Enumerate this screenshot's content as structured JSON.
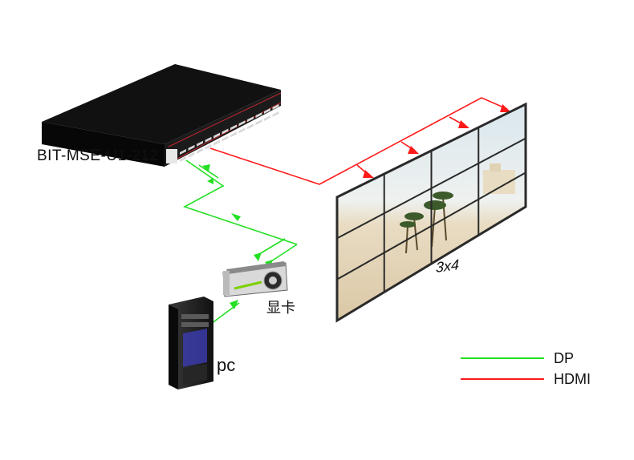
{
  "device": {
    "label": "BIT-MSE-U1-212"
  },
  "gpu": {
    "label": "显卡"
  },
  "pc": {
    "label": "pc"
  },
  "video_wall": {
    "label": "3x4",
    "rows": 3,
    "cols": 4
  },
  "legend": [
    {
      "name": "DP",
      "color": "#22e022"
    },
    {
      "name": "HDMI",
      "color": "#ff1a1a"
    }
  ],
  "colors": {
    "dp": "#22e022",
    "hdmi": "#ff1a1a",
    "device_body": "#0a0a0a",
    "wall_frame": "#2a2a2a"
  }
}
